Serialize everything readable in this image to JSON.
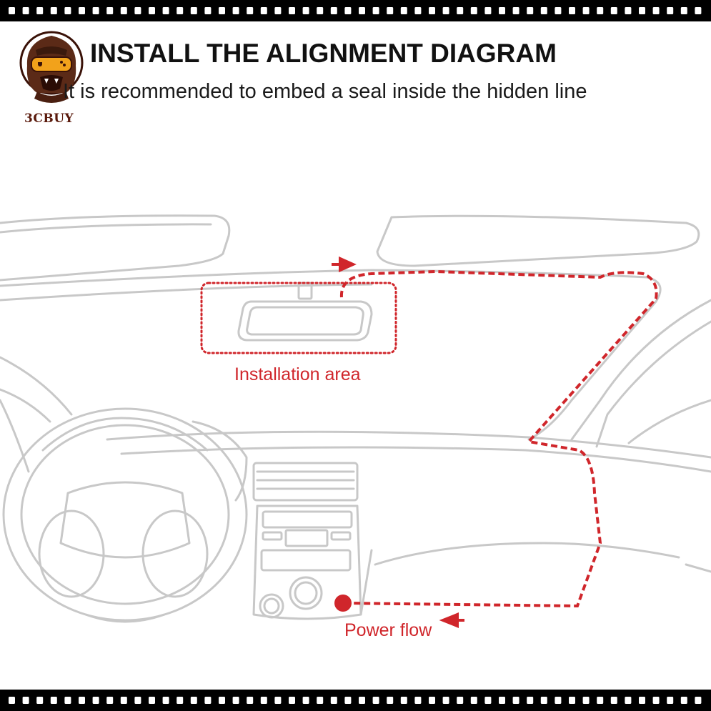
{
  "header": {
    "title": "INSTALL THE ALIGNMENT DIAGRAM",
    "subtitle": "It is recommended to embed a seal inside the hidden line"
  },
  "brand": {
    "name": "3CBUY",
    "icon": "gorilla-gamer-logo-icon"
  },
  "labels": {
    "installation_area": "Installation area",
    "power_flow": "Power flow"
  },
  "colors": {
    "accent": "#d0262b",
    "line_art": "#c8c8c8",
    "text": "#111111",
    "brand": "#5a1a0c"
  }
}
